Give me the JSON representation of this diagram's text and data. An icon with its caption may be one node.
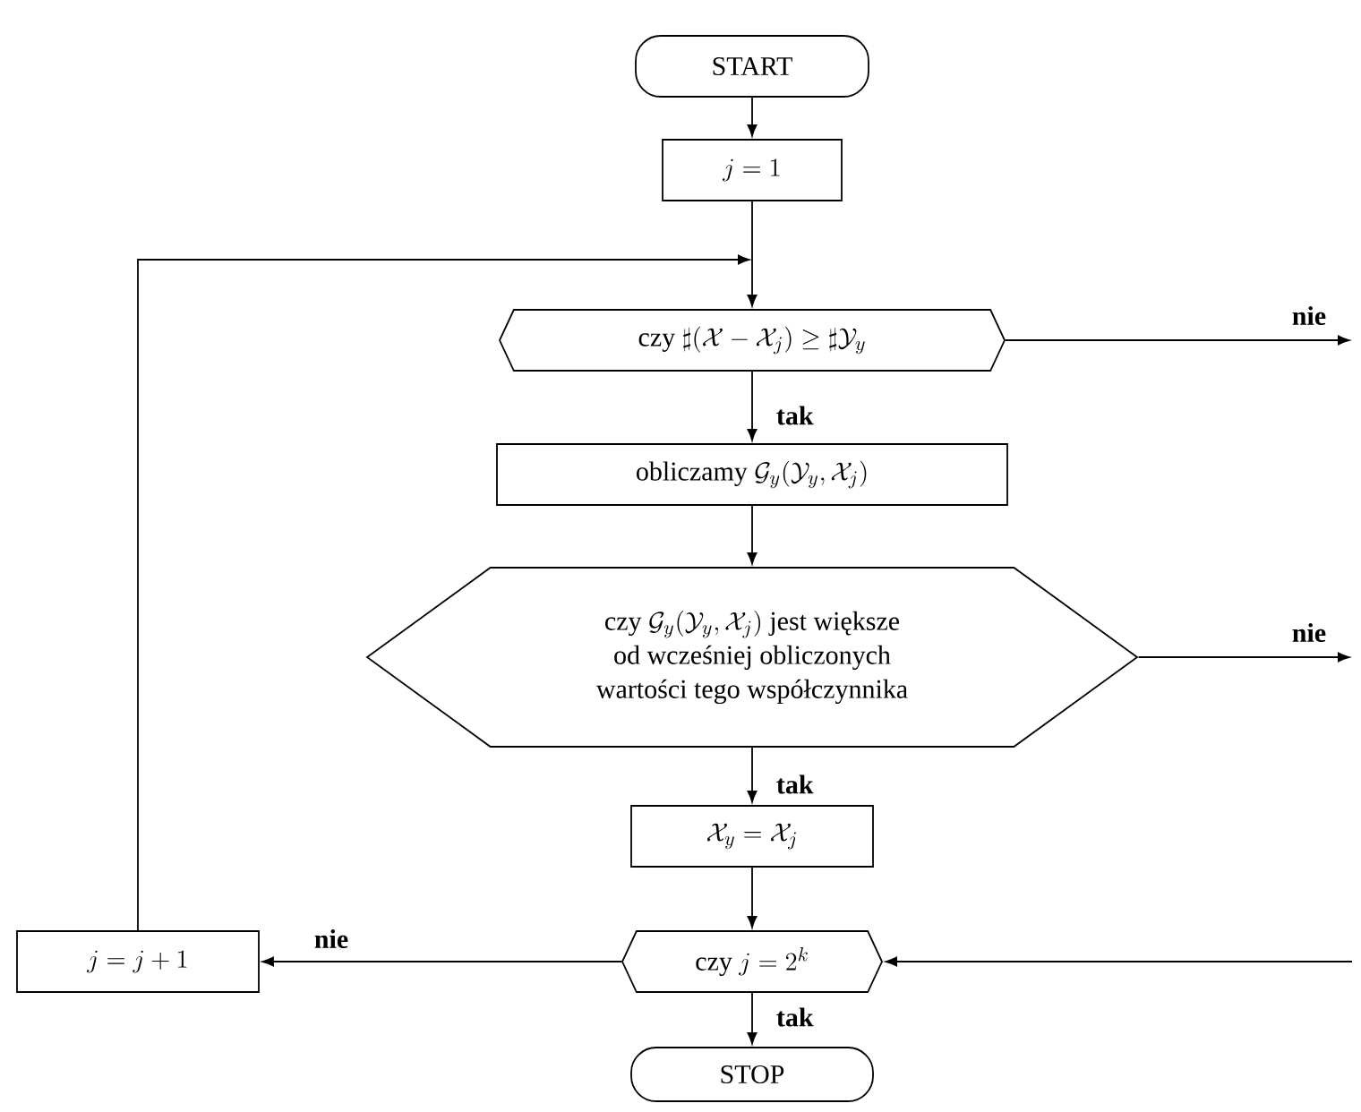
{
  "diagram": {
    "nodes": [
      {
        "text": [
          "START"
        ]
      },
      {
        "text": [
          "j=1"
        ]
      },
      {
        "text": [
          "\\mbox{czy }\\sharp(\\mathcal{X}-\\mathcal{X}_j)\\geq\\sharp\\mathcal{Y}_y"
        ]
      },
      {
        "text": [
          "\\mbox{obliczamy }\\mathcal{G}_y(\\mathcal{Y}_y,\\mathcal{X}_j)"
        ]
      },
      {
        "text": [
          "\\begin{array}{c}\\mbox{czy }\\mathcal{G}_y(\\mathcal{Y}_y,\\mathcal{X}_j)\\mbox{ jest większe}\\\\ \\mbox{od wcześniej obliczonych}\\\\ \\mbox{wartości tego współczynnika}\\end{array}"
        ]
      },
      {
        "text": [
          "\\mathcal{X}_y=\\mathcal{X}_j"
        ]
      },
      {
        "text": [
          "\\mbox{czy }j=2^k"
        ]
      },
      {
        "text": [
          "j=j+1"
        ]
      },
      {
        "text": [
          "STOP"
        ]
      }
    ],
    "edges": [
      {
        "from": 0,
        "to": 1,
        "arrow": "to"
      },
      {
        "from": 1,
        "to": 2,
        "arrow": "to"
      },
      {
        "from": 2,
        "to": 3,
        "arrow": "to",
        "label": "tak"
      },
      {
        "from": 2,
        "to": null,
        "arrow": "to",
        "label": "nie"
      },
      {
        "from": 3,
        "to": 4,
        "arrow": "to"
      },
      {
        "from": 4,
        "to": 5,
        "arrow": "to",
        "label": "tak"
      },
      {
        "from": 4,
        "to": null,
        "arrow": "to",
        "label": "nie"
      },
      {
        "from": 5,
        "to": 6,
        "arrow": "to"
      },
      {
        "from": null,
        "to": 6,
        "arrow": "to"
      },
      {
        "from": 6,
        "to": 8,
        "arrow": "to",
        "label": "tak"
      },
      {
        "from": 6,
        "to": 7,
        "arrow": "to",
        "label": "nie"
      },
      {
        "from": 7,
        "to": 2,
        "arrow": "to"
      }
    ]
  }
}
